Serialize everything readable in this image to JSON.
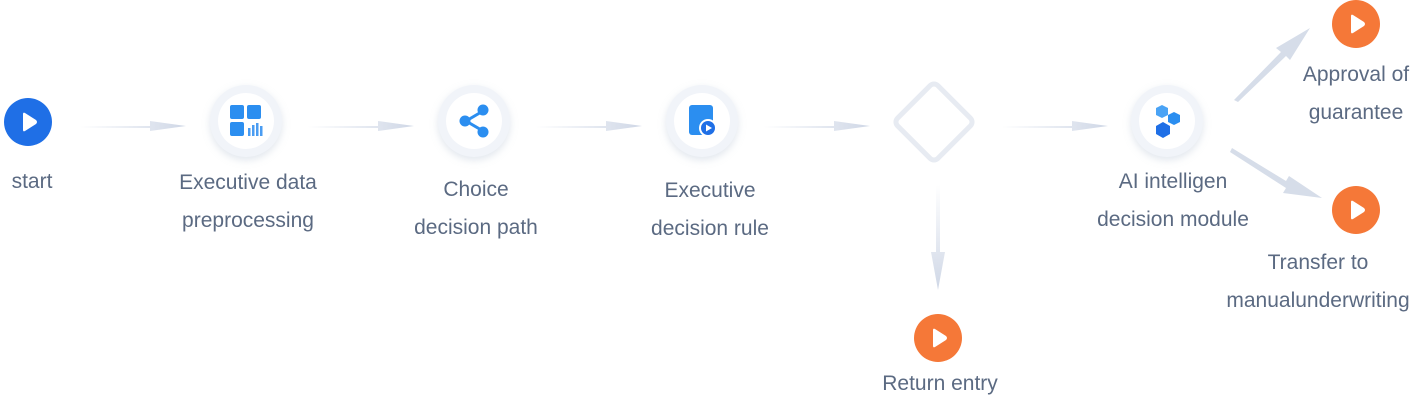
{
  "colors": {
    "start_play": "#1f6fe6",
    "end_play": "#f57838",
    "arrow": "#d6dde9",
    "label": "#5b6a82",
    "icon_blue": "#2b8ef0"
  },
  "nodes": {
    "start": {
      "label": "start",
      "icon": "play-icon"
    },
    "preprocessing": {
      "line1": "Executive data",
      "line2": "preprocessing",
      "icon": "grid-chart-icon"
    },
    "choice": {
      "line1": "Choice",
      "line2": "decision path",
      "icon": "share-icon"
    },
    "rule": {
      "line1": "Executive",
      "line2": "decision rule",
      "icon": "document-play-icon"
    },
    "decision": {
      "icon": "diamond-shape"
    },
    "ai": {
      "line1": "AI intelligen",
      "line2": "decision module",
      "icon": "hexagon-cluster-icon"
    },
    "approval": {
      "line1": "Approval of",
      "line2": "guarantee",
      "icon": "play-icon"
    },
    "transfer": {
      "line1": "Transfer to",
      "line2": "manualunderwriting",
      "icon": "play-icon"
    },
    "return": {
      "label": "Return entry",
      "icon": "play-icon"
    }
  }
}
